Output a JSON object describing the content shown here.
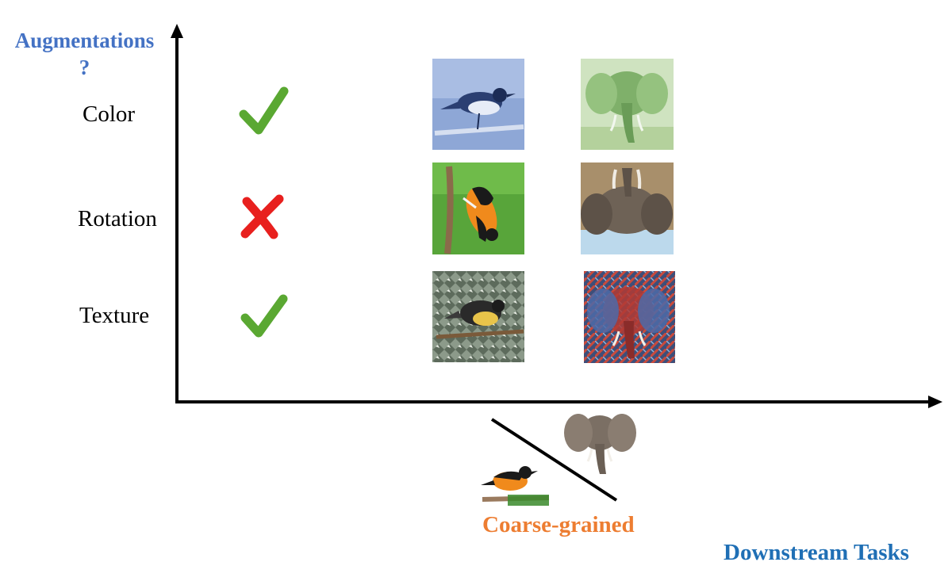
{
  "y_axis": {
    "title_line1": "Augmentations",
    "title_line2": "?"
  },
  "x_axis": {
    "title": "Downstream Tasks"
  },
  "legend": {
    "caption": "Coarse-grained",
    "items": [
      "bird-icon",
      "elephant-icon"
    ]
  },
  "rows": [
    {
      "label": "Color",
      "verdict": "check",
      "bird_style": "blue-tint",
      "elephant_style": "green-tint"
    },
    {
      "label": "Rotation",
      "verdict": "cross",
      "bird_style": "rotated",
      "elephant_style": "rotated"
    },
    {
      "label": "Texture",
      "verdict": "check",
      "bird_style": "stylized-texture",
      "elephant_style": "stylized-texture"
    }
  ],
  "colors": {
    "check": "#5aa832",
    "cross": "#e8201e",
    "y_title": "#4472c4",
    "x_title": "#1f6fb5",
    "caption": "#ed7d31"
  }
}
